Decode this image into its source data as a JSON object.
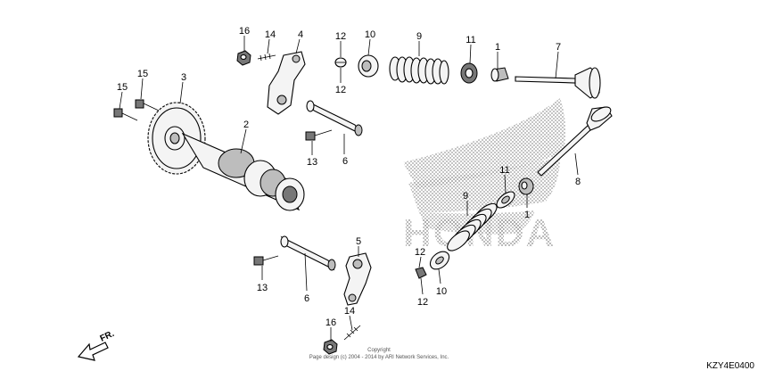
{
  "diagram": {
    "callouts": [
      {
        "id": "c16a",
        "label": "16"
      },
      {
        "id": "c14a",
        "label": "14"
      },
      {
        "id": "c4",
        "label": "4"
      },
      {
        "id": "c12a",
        "label": "12"
      },
      {
        "id": "c12b",
        "label": "12"
      },
      {
        "id": "c10a",
        "label": "10"
      },
      {
        "id": "c9a",
        "label": "9"
      },
      {
        "id": "c11a",
        "label": "11"
      },
      {
        "id": "c1a",
        "label": "1"
      },
      {
        "id": "c7",
        "label": "7"
      },
      {
        "id": "c3",
        "label": "3"
      },
      {
        "id": "c15a",
        "label": "15"
      },
      {
        "id": "c15b",
        "label": "15"
      },
      {
        "id": "c2",
        "label": "2"
      },
      {
        "id": "c13a",
        "label": "13"
      },
      {
        "id": "c6a",
        "label": "6"
      },
      {
        "id": "c8",
        "label": "8"
      },
      {
        "id": "c11b",
        "label": "11"
      },
      {
        "id": "c1b",
        "label": "1"
      },
      {
        "id": "c9b",
        "label": "9"
      },
      {
        "id": "c5",
        "label": "5"
      },
      {
        "id": "c12c",
        "label": "12"
      },
      {
        "id": "c12d",
        "label": "12"
      },
      {
        "id": "c10b",
        "label": "10"
      },
      {
        "id": "c13b",
        "label": "13"
      },
      {
        "id": "c6b",
        "label": "6"
      },
      {
        "id": "c16b",
        "label": "16"
      },
      {
        "id": "c14b",
        "label": "14"
      }
    ],
    "direction_label": "FR.",
    "watermark_brand": "HONDA",
    "copyright_line1": "Copyright",
    "copyright_line2": "Page design (c) 2004 - 2014 by ARI Network Services, Inc.",
    "diagram_code": "KZY4E0400"
  }
}
